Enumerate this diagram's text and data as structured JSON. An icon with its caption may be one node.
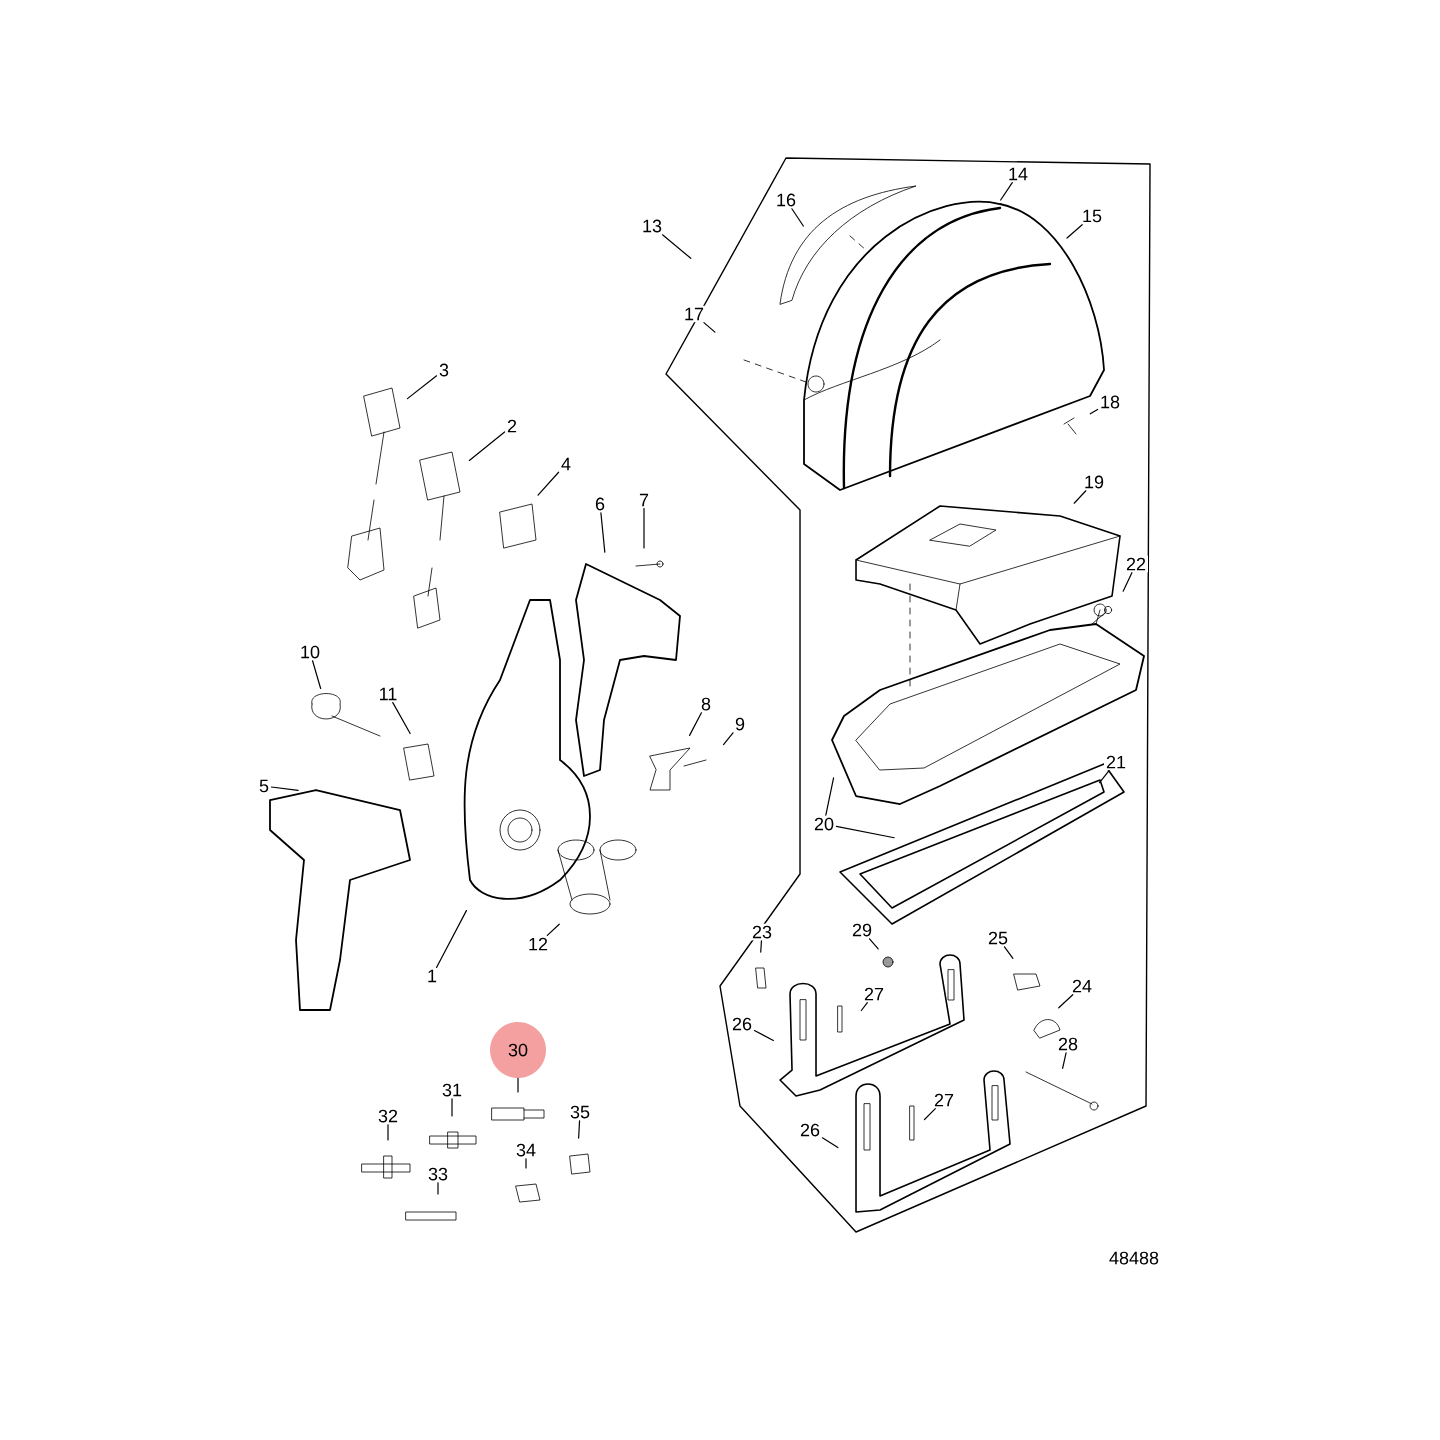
{
  "diagram": {
    "nodes": [
      {
        "text": [
          "13"
        ]
      },
      {
        "text": [
          "16"
        ]
      },
      {
        "text": [
          "14"
        ]
      },
      {
        "text": [
          "15"
        ]
      },
      {
        "text": [
          "17"
        ]
      },
      {
        "text": [
          "3"
        ]
      },
      {
        "text": [
          "2"
        ]
      },
      {
        "text": [
          "18"
        ]
      },
      {
        "text": [
          "4"
        ]
      },
      {
        "text": [
          "6"
        ]
      },
      {
        "text": [
          "7"
        ]
      },
      {
        "text": [
          "19"
        ]
      },
      {
        "text": [
          "22"
        ]
      },
      {
        "text": [
          "10"
        ]
      },
      {
        "text": [
          "11"
        ]
      },
      {
        "text": [
          "8"
        ]
      },
      {
        "text": [
          "9"
        ]
      },
      {
        "text": [
          "21"
        ]
      },
      {
        "text": [
          "5"
        ]
      },
      {
        "text": [
          "20"
        ]
      },
      {
        "text": [
          "29"
        ]
      },
      {
        "text": [
          "23"
        ]
      },
      {
        "text": [
          "25"
        ]
      },
      {
        "text": [
          "1"
        ]
      },
      {
        "text": [
          "12"
        ]
      },
      {
        "text": [
          "27"
        ]
      },
      {
        "text": [
          "24"
        ]
      },
      {
        "text": [
          "26"
        ]
      },
      {
        "text": [
          "28"
        ]
      },
      {
        "text": [
          "30"
        ]
      },
      {
        "text": [
          "31"
        ]
      },
      {
        "text": [
          "32"
        ]
      },
      {
        "text": [
          "35"
        ]
      },
      {
        "text": [
          "27"
        ]
      },
      {
        "text": [
          "26"
        ]
      },
      {
        "text": [
          "34"
        ]
      },
      {
        "text": [
          "33"
        ]
      }
    ],
    "edges": [
      {
        "from": 0,
        "to": null,
        "arrow": "none"
      },
      {
        "from": 1,
        "to": null,
        "arrow": "none"
      },
      {
        "from": 2,
        "to": null,
        "arrow": "none"
      },
      {
        "from": 3,
        "to": null,
        "arrow": "none"
      },
      {
        "from": 4,
        "to": null,
        "arrow": "none"
      },
      {
        "from": 5,
        "to": null,
        "arrow": "none"
      },
      {
        "from": 6,
        "to": null,
        "arrow": "none"
      },
      {
        "from": 7,
        "to": null,
        "arrow": "none"
      },
      {
        "from": 8,
        "to": null,
        "arrow": "none"
      },
      {
        "from": 9,
        "to": null,
        "arrow": "none"
      },
      {
        "from": 10,
        "to": null,
        "arrow": "none"
      },
      {
        "from": 11,
        "to": null,
        "arrow": "none"
      },
      {
        "from": 12,
        "to": null,
        "arrow": "none"
      },
      {
        "from": 13,
        "to": null,
        "arrow": "none"
      },
      {
        "from": 14,
        "to": null,
        "arrow": "none"
      },
      {
        "from": 15,
        "to": null,
        "arrow": "none"
      },
      {
        "from": 16,
        "to": null,
        "arrow": "none"
      },
      {
        "from": 17,
        "to": null,
        "arrow": "none"
      },
      {
        "from": 18,
        "to": null,
        "arrow": "none"
      },
      {
        "from": 19,
        "to": null,
        "arrow": "none"
      },
      {
        "from": 19,
        "to": null,
        "arrow": "none"
      },
      {
        "from": 20,
        "to": null,
        "arrow": "none"
      },
      {
        "from": 21,
        "to": null,
        "arrow": "none"
      },
      {
        "from": 22,
        "to": null,
        "arrow": "none"
      },
      {
        "from": 23,
        "to": null,
        "arrow": "none"
      },
      {
        "from": 24,
        "to": null,
        "arrow": "none"
      },
      {
        "from": 25,
        "to": null,
        "arrow": "none"
      },
      {
        "from": 26,
        "to": null,
        "arrow": "none"
      },
      {
        "from": 27,
        "to": null,
        "arrow": "none"
      },
      {
        "from": 28,
        "to": null,
        "arrow": "none"
      },
      {
        "from": 29,
        "to": null,
        "arrow": "none"
      },
      {
        "from": 30,
        "to": null,
        "arrow": "none"
      },
      {
        "from": 31,
        "to": null,
        "arrow": "none"
      },
      {
        "from": 32,
        "to": null,
        "arrow": "none"
      },
      {
        "from": 33,
        "to": null,
        "arrow": "none"
      },
      {
        "from": 34,
        "to": null,
        "arrow": "none"
      },
      {
        "from": 35,
        "to": null,
        "arrow": "none"
      },
      {
        "from": 36,
        "to": null,
        "arrow": "none"
      }
    ],
    "labels": [
      "48488"
    ]
  }
}
